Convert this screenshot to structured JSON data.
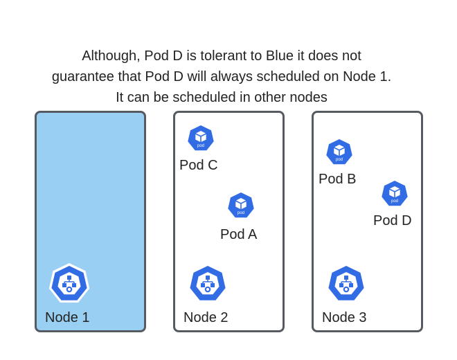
{
  "caption": {
    "line1": "Although, Pod D is tolerant to Blue it does not",
    "line2": "guarantee that Pod D will always scheduled on Node 1.",
    "line3": "It can be scheduled in other nodes"
  },
  "nodes": [
    {
      "label": "Node 1",
      "color": "#99cff2",
      "icon": "node-icon"
    },
    {
      "label": "Node 2",
      "color": "#ffffff",
      "icon": "node-icon"
    },
    {
      "label": "Node 3",
      "color": "#ffffff",
      "icon": "node-icon"
    }
  ],
  "pods": [
    {
      "label": "Pod C",
      "icon_text": "pod",
      "node": "Node 2"
    },
    {
      "label": "Pod A",
      "icon_text": "pod",
      "node": "Node 2"
    },
    {
      "label": "Pod B",
      "icon_text": "pod",
      "node": "Node 3"
    },
    {
      "label": "Pod D",
      "icon_text": "pod",
      "node": "Node 3"
    }
  ],
  "colors": {
    "icon_blue": "#326ce5",
    "border": "#555b61",
    "taint_blue": "#99cff2"
  }
}
